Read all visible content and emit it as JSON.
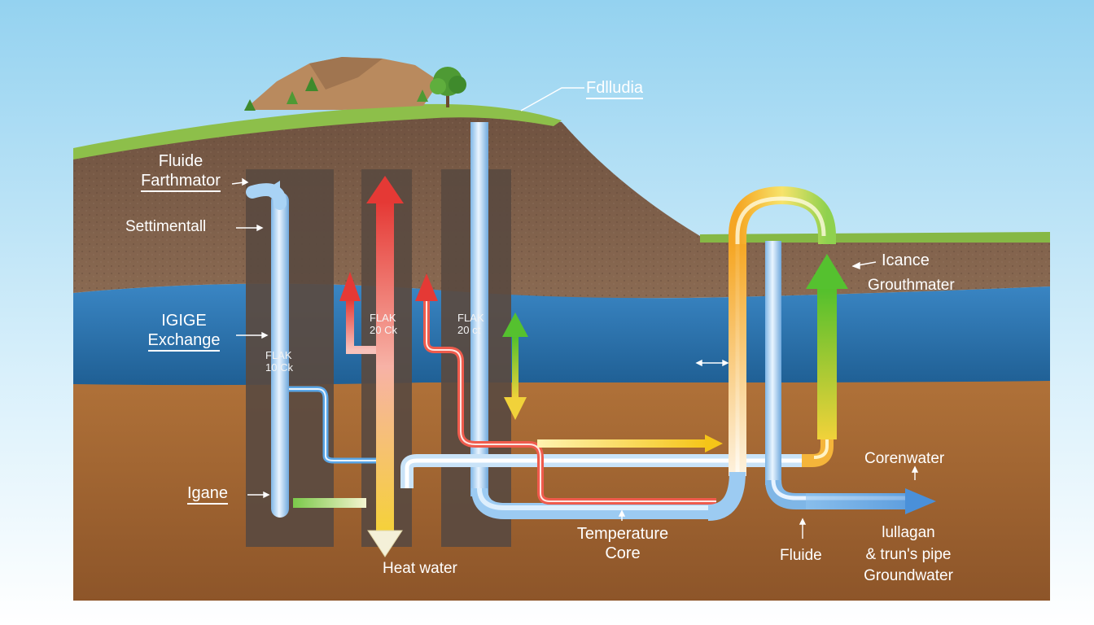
{
  "labels": {
    "top_label": "Fdlludia",
    "fluide_left": "Fluide",
    "farthmator": "Farthmator",
    "settimentall": "Settimentall",
    "igige": "IGIGE",
    "exchange": "Exchange",
    "flak_1": "FLAK",
    "flak_1b": "10 Ck",
    "flak_2": "FLAK",
    "flak_2b": "20 Ck",
    "flak_3": "FLAK",
    "flak_3b": "20 ct",
    "igane": "Igane",
    "heat_water": "Heat water",
    "temperature": "Temperature",
    "core": "Core",
    "icance": "Icance",
    "grouthmater": "Grouthmater",
    "corenwater": "Corenwater",
    "fluide_bottom": "Fluide",
    "lullagan": "lullagan",
    "truns_pipe": "& trun's pipe",
    "groundwater": "Groundwater"
  },
  "colors": {
    "sky_top": "#9fd7f2",
    "grass": "#8dbf4a",
    "soil_top": "#7a5b45",
    "water": "#2f78b5",
    "soil_bottom": "#a86a34",
    "pipe_blue": "#a9d3f5",
    "arrow_red": "#e53935",
    "arrow_yellow": "#f5c518",
    "arrow_green": "#55c12f"
  }
}
